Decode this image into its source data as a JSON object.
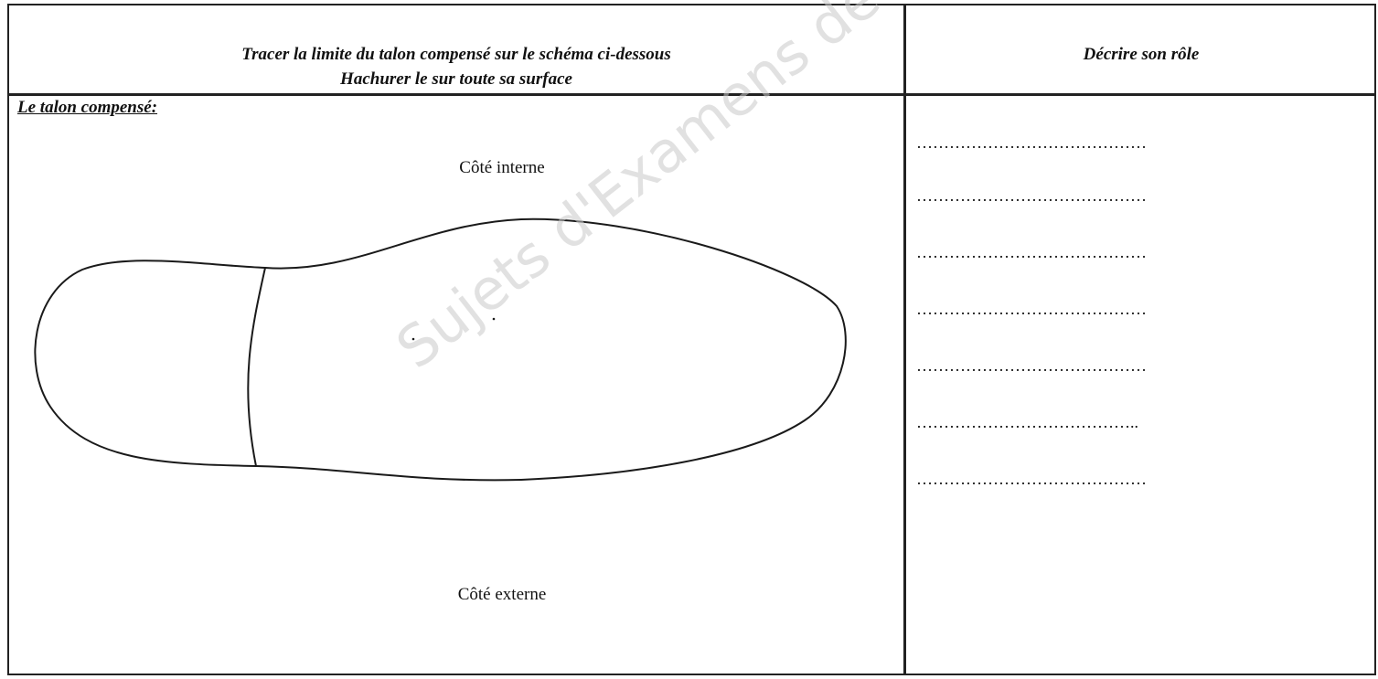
{
  "header": {
    "left_line1": "Tracer la limite du talon compensé sur le schéma  ci-dessous",
    "left_line2": "Hachurer le sur toute sa surface",
    "right": "Décrire son rôle"
  },
  "section": {
    "title": "Le talon compensé:"
  },
  "diagram": {
    "top_label": "Côté interne",
    "bottom_label": "Côté externe"
  },
  "answer_lines": [
    "……………………………………",
    "……………………………………",
    "……………………………………",
    "……………………………………",
    "……………………………………",
    "…………………………………..",
    "……………………………………"
  ],
  "watermark": "Sujets d'Examens de l'enseignement professionnel"
}
